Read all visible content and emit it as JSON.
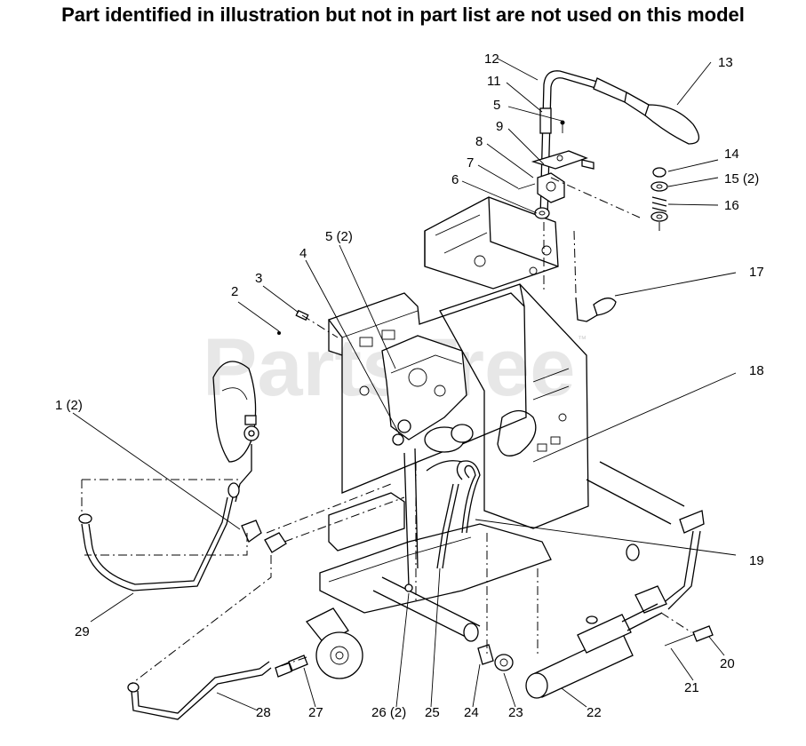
{
  "header": {
    "note": "Part identified in illustration but not in part list are not used on this model"
  },
  "watermark": {
    "text": "PartsTree",
    "tm": "™"
  },
  "callouts": [
    {
      "id": "c1",
      "label": "1 (2)"
    },
    {
      "id": "c2",
      "label": "2"
    },
    {
      "id": "c3",
      "label": "3"
    },
    {
      "id": "c4",
      "label": "4"
    },
    {
      "id": "c5b",
      "label": "5 (2)"
    },
    {
      "id": "c5",
      "label": "5"
    },
    {
      "id": "c6",
      "label": "6"
    },
    {
      "id": "c7",
      "label": "7"
    },
    {
      "id": "c8",
      "label": "8"
    },
    {
      "id": "c9",
      "label": "9"
    },
    {
      "id": "c11",
      "label": "11"
    },
    {
      "id": "c12",
      "label": "12"
    },
    {
      "id": "c13",
      "label": "13"
    },
    {
      "id": "c14",
      "label": "14"
    },
    {
      "id": "c15",
      "label": "15 (2)"
    },
    {
      "id": "c16",
      "label": "16"
    },
    {
      "id": "c17",
      "label": "17"
    },
    {
      "id": "c18",
      "label": "18"
    },
    {
      "id": "c19",
      "label": "19"
    },
    {
      "id": "c20",
      "label": "20"
    },
    {
      "id": "c21",
      "label": "21"
    },
    {
      "id": "c22",
      "label": "22"
    },
    {
      "id": "c23",
      "label": "23"
    },
    {
      "id": "c24",
      "label": "24"
    },
    {
      "id": "c25",
      "label": "25"
    },
    {
      "id": "c26",
      "label": "26 (2)"
    },
    {
      "id": "c27",
      "label": "27"
    },
    {
      "id": "c28",
      "label": "28"
    },
    {
      "id": "c29",
      "label": "29"
    }
  ]
}
